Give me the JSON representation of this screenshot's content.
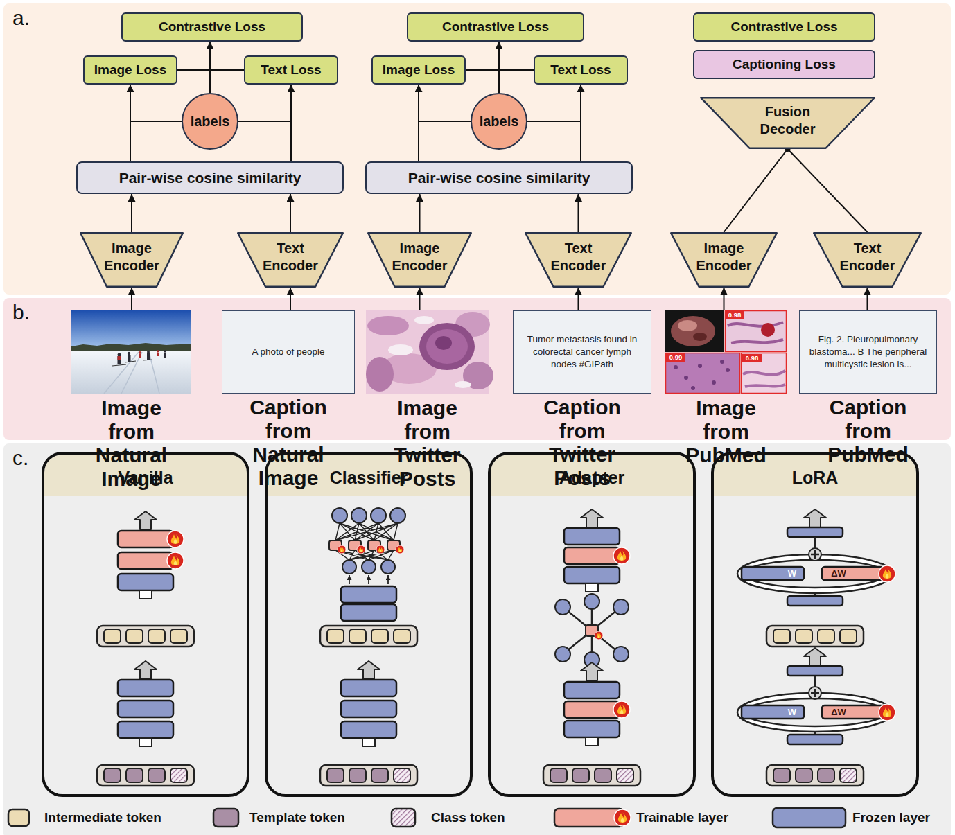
{
  "diagram": {
    "nodes": [
      {
        "text": [
          "a."
        ]
      },
      {
        "text": [
          "Contrastive Loss"
        ],
        "in": 0
      },
      {
        "text": [
          "Image Loss"
        ],
        "in": 0
      },
      {
        "text": [
          "labels"
        ],
        "in": 0
      },
      {
        "text": [
          "Text Loss"
        ],
        "in": 0
      },
      {
        "text": [
          "Pair-wise cosine similarity"
        ],
        "in": 0
      },
      {
        "text": [
          "Image Encoder"
        ],
        "in": 0
      },
      {
        "text": [
          "Text Encoder"
        ],
        "in": 0
      },
      {
        "text": [
          "Contrastive Loss"
        ],
        "in": 0
      },
      {
        "text": [
          "Image Loss"
        ],
        "in": 0
      },
      {
        "text": [
          "labels"
        ],
        "in": 0
      },
      {
        "text": [
          "Text Loss"
        ],
        "in": 0
      },
      {
        "text": [
          "Pair-wise cosine similarity"
        ],
        "in": 0
      },
      {
        "text": [
          "Image Encoder"
        ],
        "in": 0
      },
      {
        "text": [
          "Text Encoder"
        ],
        "in": 0
      },
      {
        "text": [
          "Contrastive Loss"
        ],
        "in": 0
      },
      {
        "text": [
          "Captioning Loss"
        ],
        "in": 0
      },
      {
        "text": [
          "Fusion Decoder"
        ],
        "in": 0
      },
      {
        "text": [
          "Image Encoder"
        ],
        "in": 0
      },
      {
        "text": [
          "Text Encoder"
        ],
        "in": 0
      },
      {
        "text": [
          "b."
        ]
      },
      {
        "text": [
          "Image from Natural Image"
        ],
        "in": 20
      },
      {
        "text": [
          "A photo of people",
          "Caption from Natural Image"
        ],
        "in": 20
      },
      {
        "text": [
          "Image from Twitter Posts"
        ],
        "in": 20
      },
      {
        "text": [
          "Tumor metastasis found in colorectal cancer lymph nodes #GIPath",
          "Caption from Twitter Posts"
        ],
        "in": 20
      },
      {
        "text": [
          "Image from PubMed"
        ],
        "in": 20
      },
      {
        "text": [
          "Fig. 2. Pleuropulmonary blastoma... B The peripheral multicystic lesion is...",
          "Caption from PubMed"
        ],
        "in": 20
      },
      {
        "text": [
          "c."
        ]
      },
      {
        "text": [
          "Vanilla"
        ],
        "in": 27
      },
      {
        "text": [
          "Classifier"
        ],
        "in": 27
      },
      {
        "text": [
          "Adapter"
        ],
        "in": 27
      },
      {
        "text": [
          "LoRA"
        ],
        "in": 27
      }
    ],
    "edges": [
      {
        "from": 6,
        "to": 5,
        "arrow": "to"
      },
      {
        "from": 7,
        "to": 5,
        "arrow": "to"
      },
      {
        "from": 5,
        "to": 2,
        "arrow": "to"
      },
      {
        "from": 5,
        "to": 4,
        "arrow": "to"
      },
      {
        "from": 2,
        "to": 4,
        "arrow": "none"
      },
      {
        "from": 3,
        "to": 1,
        "arrow": "to"
      },
      {
        "from": 13,
        "to": 12,
        "arrow": "to"
      },
      {
        "from": 14,
        "to": 12,
        "arrow": "to"
      },
      {
        "from": 12,
        "to": 9,
        "arrow": "to"
      },
      {
        "from": 12,
        "to": 11,
        "arrow": "to"
      },
      {
        "from": 9,
        "to": 11,
        "arrow": "none"
      },
      {
        "from": 10,
        "to": 8,
        "arrow": "to"
      },
      {
        "from": 18,
        "to": 17,
        "arrow": "none"
      },
      {
        "from": 19,
        "to": 17,
        "arrow": "none"
      },
      {
        "from": 21,
        "to": 6,
        "arrow": "to"
      },
      {
        "from": 22,
        "to": 7,
        "arrow": "to"
      },
      {
        "from": 23,
        "to": 13,
        "arrow": "to"
      },
      {
        "from": 24,
        "to": 14,
        "arrow": "to"
      },
      {
        "from": 25,
        "to": 18,
        "arrow": "to"
      },
      {
        "from": 26,
        "to": 19,
        "arrow": "to"
      }
    ],
    "labels": [
      "0.98",
      "0.99",
      "0.98",
      "W",
      "ΔW",
      "W",
      "ΔW"
    ],
    "legend": [
      {
        "text": "Intermediate token",
        "color": "#ecdcb5"
      },
      {
        "text": "Template token",
        "color": "#a98fa5"
      },
      {
        "text": "Class token"
      },
      {
        "text": "Trainable layer",
        "color": "#f0a79c"
      },
      {
        "text": "Frozen layer",
        "color": "#8d99c9"
      }
    ]
  }
}
